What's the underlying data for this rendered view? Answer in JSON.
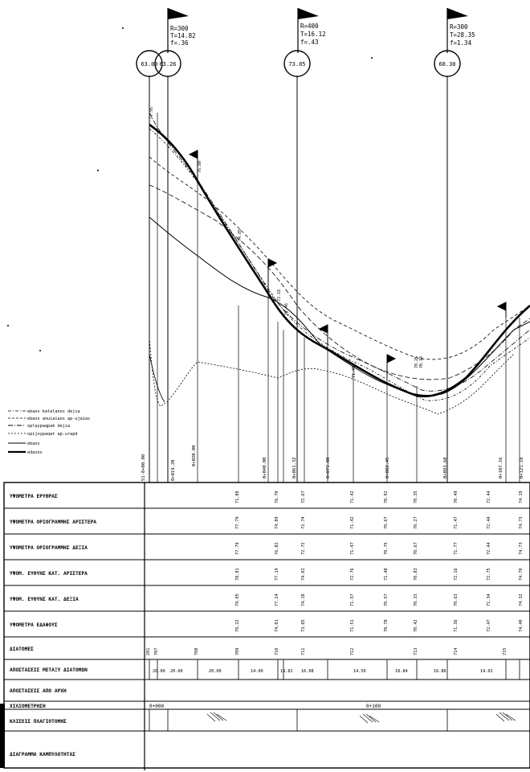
{
  "curves": [
    {
      "name": "curve-1",
      "params": [
        "R=300",
        "T=14.82",
        "f=.36"
      ]
    },
    {
      "name": "curve-2",
      "params": [
        "R=400",
        "T=16.12",
        "f=.43"
      ]
    },
    {
      "name": "curve-3",
      "params": [
        "R=300",
        "T=28.35",
        "f=1.34"
      ]
    }
  ],
  "circle_labels": [
    "63.00",
    "63.26",
    "73.05",
    "68.30"
  ],
  "legend": [
    {
      "label": "ebaos katalanos dejia",
      "style": "dashdot"
    },
    {
      "label": "ebaos anuiaiaos ap-ujaias",
      "style": "dash"
    },
    {
      "label": "oplaypaqpak dejia",
      "style": "dashdot2"
    },
    {
      "label": "opijoypaqat ap.urapd",
      "style": "dash2"
    },
    {
      "label": "ebaos",
      "style": "thin"
    },
    {
      "label": "edaxos",
      "style": "thick"
    }
  ],
  "table_rows": [
    "ΥΨΟΜΕΤΡΑ ΕΡΥΘΡΑΣ",
    "ΥΨΟΜΕΤΡΑ ΟΡΙΟΓΡΑΜΜΗΣ ΑΡΙΣΤΕΡΑ",
    "ΥΨΟΜΕΤΡΑ ΟΡΙΟΓΡΑΜΜΗΣ ΔΕΞΙΑ",
    "ΥΨΟΜ. ΕΥΘΥΝΣ ΚΑΤ. ΑΡΙΣΤΕΡΑ",
    "ΥΨΟΜ. ΕΥΘΥΝΣ ΚΑΤ. ΔΕΞΙΑ",
    "ΥΨΟΜΕΤΡΑ ΕΔΑΦΟΥΣ",
    "ΔΙΑΤΟΜΕΣ",
    "ΑΠΟΣΤΑΣΕΙΣ ΜΕΤΑΞΥ ΔΙΑΤΟΜΩΝ",
    "ΑΠΟΣΤΑΣΕΙΣ ΑΠΟ ΑΡΧΗ",
    "ΧΙΛΙΟΜΕΤΡΗΣΗ",
    "ΚΛΙΣΕΙΣ ΠΛΑΓΙΟΤΟΜΗΣ",
    "ΔΙΑΓΡΑΜΜΑ ΚΑΜΠΥΛΟΤΗΤΑΣ"
  ],
  "row_values": {
    "erythras": [
      "71.80",
      "76.70",
      "72.67",
      "71.42",
      "70.92",
      "70.35",
      "70.49",
      "72.44",
      "74.19"
    ],
    "left": [
      "77.79",
      "74.89",
      "72.74",
      "71.42",
      "70.67",
      "70.27",
      "71.47",
      "72.44",
      "74.73"
    ],
    "right": [
      "77.79",
      "76.82",
      "72.72",
      "71.47",
      "70.75",
      "70.67",
      "71.77",
      "72.44",
      "74.73"
    ],
    "ditch_left": [
      "78.81",
      "77.14",
      "74.02",
      "72.76",
      "71.48",
      "70.83",
      "72.16",
      "72.75",
      "74.70"
    ],
    "ditch_right": [
      "79.05",
      "77.24",
      "74.18",
      "71.57",
      "70.57",
      "70.33",
      "70.63",
      "71.34",
      "74.32"
    ],
    "ground": [
      "79.22",
      "74.01",
      "73.05",
      "71.51",
      "70.78",
      "70.42",
      "71.36",
      "72.47",
      "74.40"
    ],
    "sections": [
      "281",
      "707",
      "708",
      "709",
      "710",
      "711",
      "712",
      "713",
      "714",
      "715"
    ],
    "spacing": [
      "20.00",
      "20.00",
      "20.00",
      "14.00",
      "18.82",
      "16.08",
      "14.50",
      "18.84",
      "16.86",
      "14.02"
    ],
    "chainage": [
      "0+000",
      "0+100"
    ]
  },
  "section_markers": [
    "51-0+00.00",
    "0+019.20",
    "0+020.00",
    "0+040.00",
    "0+061.32",
    "0+071.80",
    "0+082.45",
    "0+093.68",
    "0+107.16",
    "0+121.18"
  ]
}
